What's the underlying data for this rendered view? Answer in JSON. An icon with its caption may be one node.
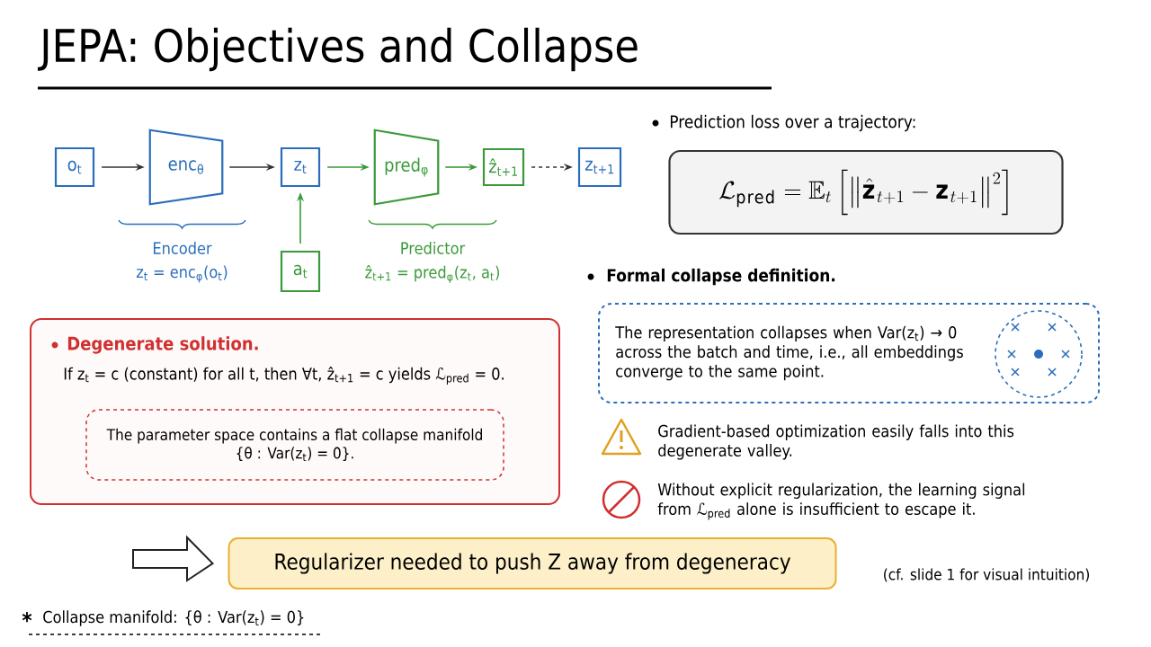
{
  "diagram": {
    "title": "JEPA: Objectives and Collapse",
    "nodes": [
      {
        "text": [
          "o$_{t}$"
        ]
      },
      {
        "text": [
          "enc$_{θ}$"
        ],
        "beside": [
          "Encoder",
          "z$_{t}$ = enc$_{φ}$(o$_{t}$)"
        ]
      },
      {
        "text": [
          "z$_{t}$"
        ]
      },
      {
        "text": [
          "a$_{t}$"
        ]
      },
      {
        "text": [
          "pred$_{φ}$"
        ],
        "beside": [
          "Predictor",
          "ẑ$_{t+1}$ = pred$_{φ}$(z$_{t}$, a$_{t}$)"
        ]
      },
      {
        "text": [
          "ẑ$_{t+1}$"
        ]
      },
      {
        "text": [
          "z$_{t+1}$"
        ]
      },
      {
        "text": [
          "\\mathcal{L}_{\\mathrm{pred}} = \\mathbb{E}_t \\left[ \\left\\| \\hat{\\mathbf{z}}_{t+1} - \\mathbf{z}_{t+1} \\right\\|^2 \\right]"
        ]
      },
      {
        "text": [
          "Degenerate solution.",
          "If z$_{t}$ = c (constant) for all t, then ∀t, ẑ$_{t+1}$ = c yields ℒ$_{pred}$ = 0."
        ]
      },
      {
        "text": [
          "The parameter space contains a flat collapse manifold {θ : Var(z$_{t}$) = 0}."
        ],
        "in": 8
      },
      {
        "text": [
          "The representation collapses when Var(z$_{t}$) → 0 across the batch and time, i.e., all embeddings converge to the same point."
        ]
      },
      {
        "text": [
          "Regularizer needed to push Z away from degeneracy"
        ]
      }
    ],
    "edges": [
      {
        "from": 0,
        "to": 1,
        "arrow": "to",
        "color": "#333333"
      },
      {
        "from": 1,
        "to": 2,
        "arrow": "to",
        "color": "#333333"
      },
      {
        "from": 2,
        "to": 4,
        "arrow": "to",
        "color": "#3a9a3a"
      },
      {
        "from": 3,
        "to": 2,
        "arrow": "to",
        "color": "#3a9a3a"
      },
      {
        "from": 4,
        "to": 5,
        "arrow": "to",
        "color": "#3a9a3a"
      },
      {
        "from": 5,
        "to": 6,
        "arrow": "to",
        "style": "dashed",
        "color": "#333333"
      },
      {
        "from": null,
        "to": 11,
        "arrow": "to",
        "color": "#222222"
      }
    ],
    "labels": [
      "Prediction loss over a trajectory:",
      "Formal collapse definition.",
      "Gradient-based optimization easily falls into this degenerate valley.",
      "Without explicit regularization, the learning signal from ℒ$_{pred}$ alone is insufficient to escape it.",
      "(cf. slide 1 for visual intuition)",
      "*",
      "Collapse manifold: {θ : Var(z$_{t}$) = 0}"
    ]
  }
}
